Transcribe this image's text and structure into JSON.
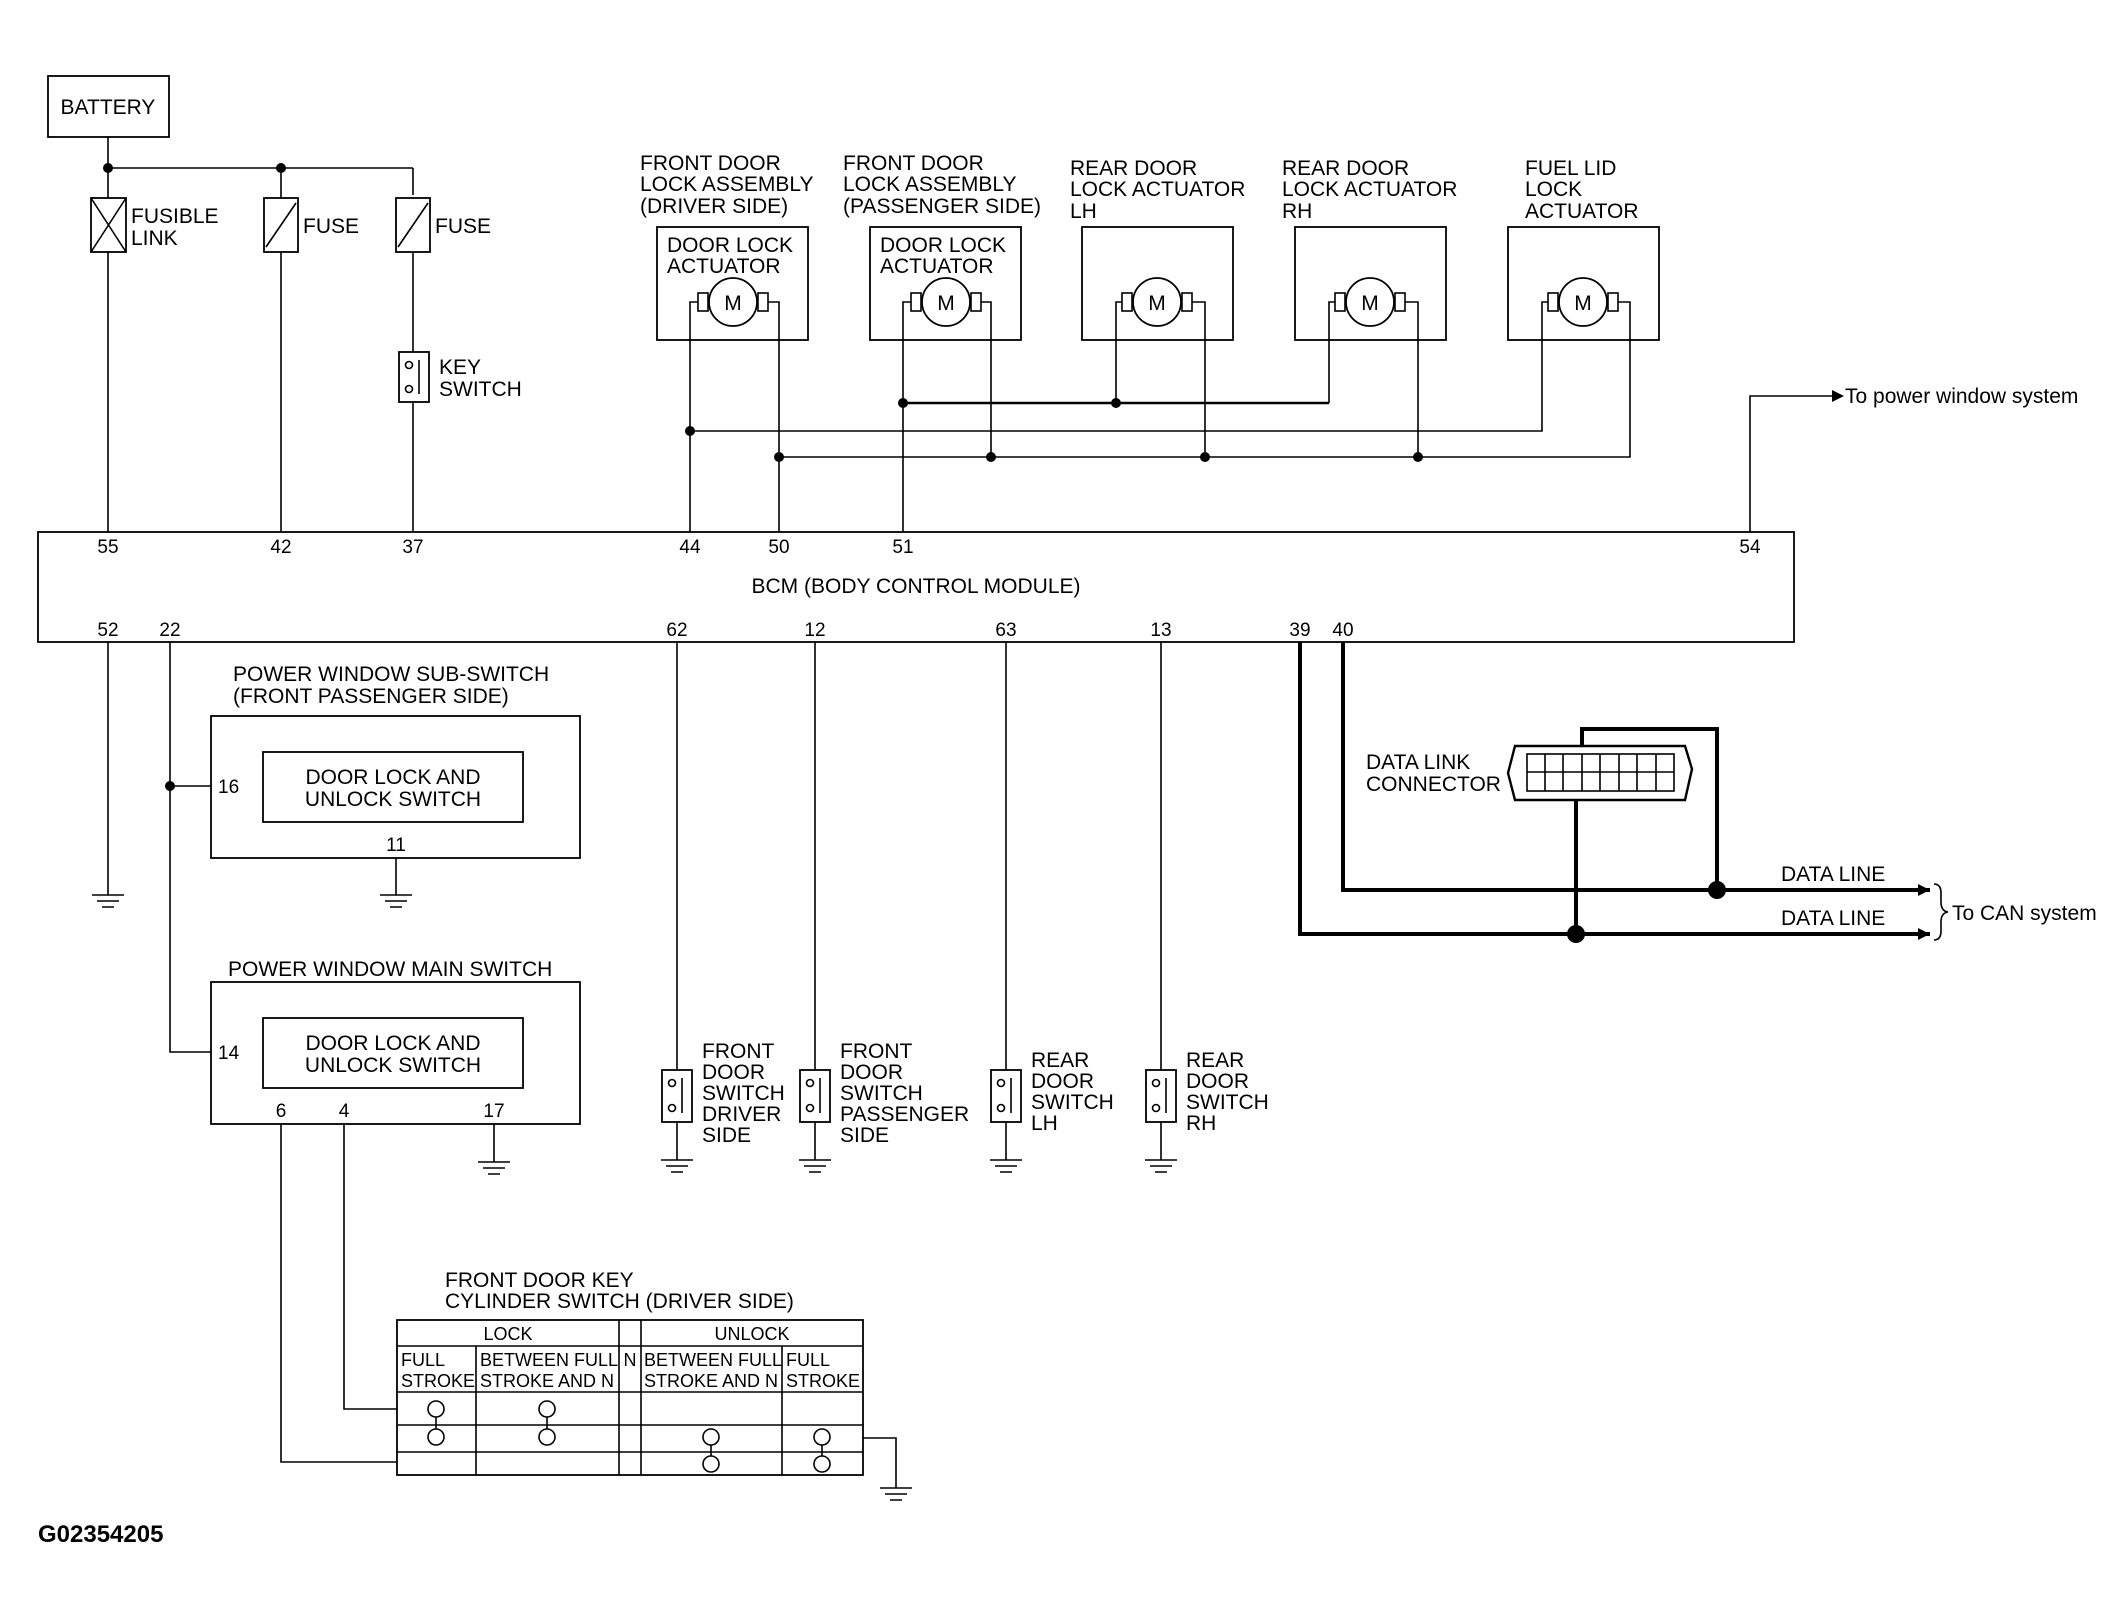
{
  "battery": "BATTERY",
  "fusible_link": [
    "FUSIBLE",
    "LINK"
  ],
  "fuse": "FUSE",
  "key_switch": [
    "KEY",
    "SWITCH"
  ],
  "actuators": [
    {
      "title": [
        "FRONT DOOR",
        "LOCK ASSEMBLY",
        "(DRIVER SIDE)"
      ],
      "inner": [
        "DOOR LOCK",
        "ACTUATOR"
      ]
    },
    {
      "title": [
        "FRONT DOOR",
        "LOCK ASSEMBLY",
        "(PASSENGER SIDE)"
      ],
      "inner": [
        "DOOR LOCK",
        "ACTUATOR"
      ]
    },
    {
      "title": [
        "REAR DOOR",
        "LOCK ACTUATOR",
        "LH"
      ],
      "inner": []
    },
    {
      "title": [
        "REAR DOOR",
        "LOCK ACTUATOR",
        "RH"
      ],
      "inner": []
    },
    {
      "title": [
        "FUEL LID",
        "LOCK",
        "ACTUATOR"
      ],
      "inner": []
    }
  ],
  "motor_symbol": "M",
  "to_power_window": "To power window system",
  "bcm": {
    "label": "BCM (BODY CONTROL MODULE)",
    "top_pins": [
      "55",
      "42",
      "37",
      "44",
      "50",
      "51",
      "54"
    ],
    "bottom_pins": [
      "52",
      "22",
      "62",
      "12",
      "63",
      "13",
      "39",
      "40"
    ]
  },
  "pw_sub_switch": {
    "title": [
      "POWER WINDOW SUB-SWITCH",
      "(FRONT PASSENGER SIDE)"
    ],
    "inner": [
      "DOOR LOCK AND",
      "UNLOCK SWITCH"
    ],
    "pins": [
      "16",
      "11"
    ]
  },
  "pw_main_switch": {
    "title": "POWER WINDOW MAIN SWITCH",
    "inner": [
      "DOOR LOCK AND",
      "UNLOCK SWITCH"
    ],
    "pins": [
      "14",
      "6",
      "4",
      "17"
    ]
  },
  "data_link_connector": [
    "DATA LINK",
    "CONNECTOR"
  ],
  "data_line": "DATA LINE",
  "to_can": "To CAN system",
  "door_switches": [
    [
      "FRONT",
      "DOOR",
      "SWITCH",
      "DRIVER",
      "SIDE"
    ],
    [
      "FRONT",
      "DOOR",
      "SWITCH",
      "PASSENGER",
      "SIDE"
    ],
    [
      "REAR",
      "DOOR",
      "SWITCH",
      "LH"
    ],
    [
      "REAR",
      "DOOR",
      "SWITCH",
      "RH"
    ]
  ],
  "key_cylinder": {
    "title": [
      "FRONT DOOR KEY",
      "CYLINDER SWITCH (DRIVER SIDE)"
    ],
    "lock": "LOCK",
    "unlock": "UNLOCK",
    "n": "N",
    "columns": [
      [
        "FULL",
        "STROKE"
      ],
      [
        "BETWEEN FULL",
        "STROKE AND N"
      ],
      [
        "BETWEEN FULL",
        "STROKE AND N"
      ],
      [
        "FULL",
        "STROKE"
      ]
    ]
  },
  "figure_id": "G02354205"
}
